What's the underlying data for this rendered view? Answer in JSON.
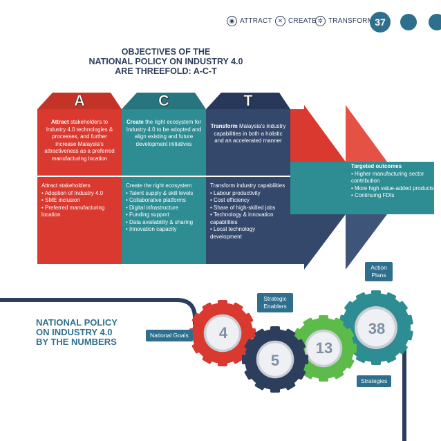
{
  "header": {
    "items": [
      {
        "label": "ATTRACT",
        "icon": "antenna-icon"
      },
      {
        "label": "CREATE",
        "icon": "tools-icon"
      },
      {
        "label": "TRANSFORM",
        "icon": "gear-icon"
      }
    ],
    "page_number": "37"
  },
  "act": {
    "title_lines": [
      "OBJECTIVES OF THE",
      "NATIONAL POLICY ON INDUSTRY 4.0",
      "ARE THREEFOLD: A-C-T"
    ],
    "columns": [
      {
        "letter": "A",
        "top_bold": "Attract",
        "top_rest": " stakeholders to Industry 4.0 technologies & processes, and further increase Malaysia's attractiveness as a preferred manufacturing location",
        "bottom_title": "Attract stakeholders",
        "bottom_items": [
          "• Adoption of Industry 4.0",
          "• SME inclusion",
          "• Preferred manufacturing location"
        ]
      },
      {
        "letter": "C",
        "top_bold": "Create",
        "top_rest": " the right ecosystem for Industry 4.0 to be adopted and align existing and future development initiatives",
        "bottom_title": "Create the right ecosystem",
        "bottom_items": [
          "• Talent supply & skill levels",
          "• Collaborative platforms",
          "• Digital infrastructure",
          "• Funding support",
          "• Data availability & sharing",
          "• Innovation capacity"
        ]
      },
      {
        "letter": "T",
        "top_bold": "Transform",
        "top_rest": " Malaysia's industry capabilities in both a holistic and an accelerated manner",
        "bottom_title": "Transform industry capabilities",
        "bottom_items": [
          "• Labour productivity",
          "• Cost efficiency",
          "• Share of high-skilled jobs",
          "• Technology & innovation capabilities",
          "• Local technology development"
        ]
      }
    ],
    "outcomes": {
      "title": "Targeted outcomes",
      "items": [
        "• Higher manufacturing sector contribution",
        "• More high value-added products",
        "• Continuing FDIs"
      ]
    }
  },
  "numbers": {
    "title_lines": [
      "NATIONAL POLICY",
      "ON INDUSTRY 4.0",
      "BY THE NUMBERS"
    ],
    "gears": [
      {
        "value": "4",
        "label": "National Goals",
        "color": "#d9392f"
      },
      {
        "value": "5",
        "label": "Strategic Enablers",
        "color": "#2d3e5c"
      },
      {
        "value": "13",
        "label": "Strategies",
        "color": "#5dbb4a"
      },
      {
        "value": "38",
        "label": "Action Plans",
        "color": "#2e8c93"
      }
    ]
  },
  "colors": {
    "red": "#d9392f",
    "teal": "#2e8c93",
    "navy": "#34486b",
    "blue": "#2e6f8e",
    "green": "#5dbb4a"
  }
}
